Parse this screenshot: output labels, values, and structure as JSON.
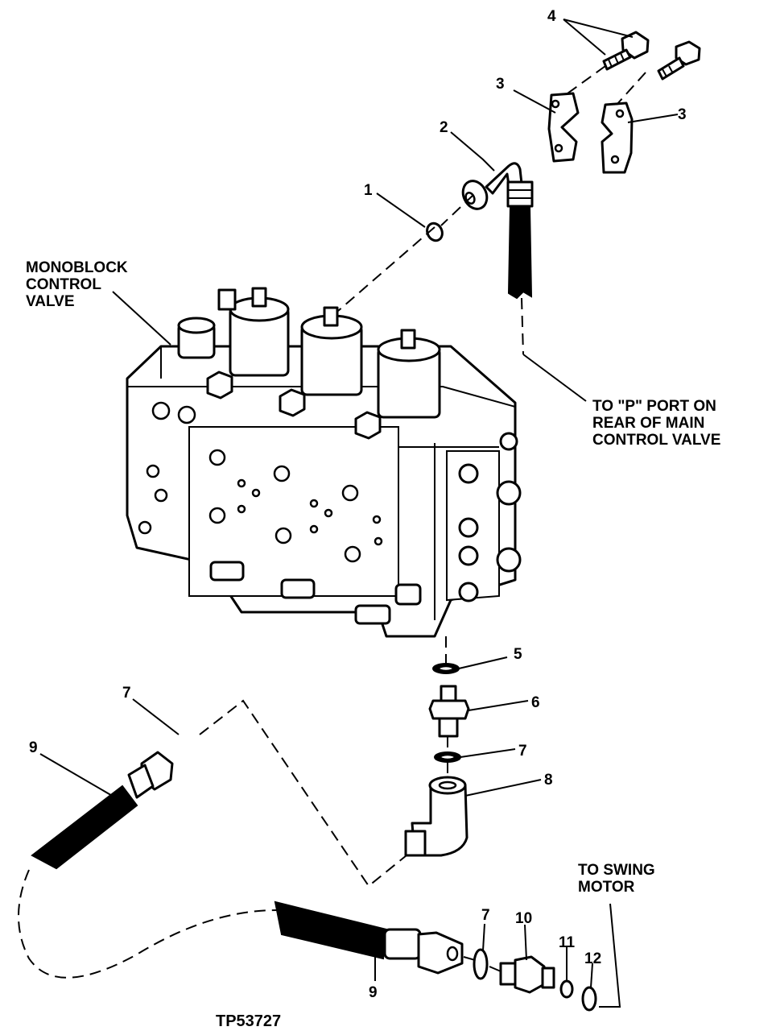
{
  "callouts": {
    "c1": "1",
    "c2": "2",
    "c3a": "3",
    "c3b": "3",
    "c4": "4",
    "c5": "5",
    "c6": "6",
    "c7a": "7",
    "c7b": "7",
    "c7c": "7",
    "c8": "8",
    "c9a": "9",
    "c9b": "9",
    "c10": "10",
    "c11": "11",
    "c12": "12"
  },
  "notes": {
    "monoblock": [
      "MONOBLOCK",
      "CONTROL",
      "VALVE"
    ],
    "p_port": [
      "TO \"P\" PORT ON",
      "REAR OF MAIN",
      "CONTROL VALVE"
    ],
    "swing": [
      "TO SWING",
      "MOTOR"
    ]
  },
  "figure_id": "TP53727"
}
